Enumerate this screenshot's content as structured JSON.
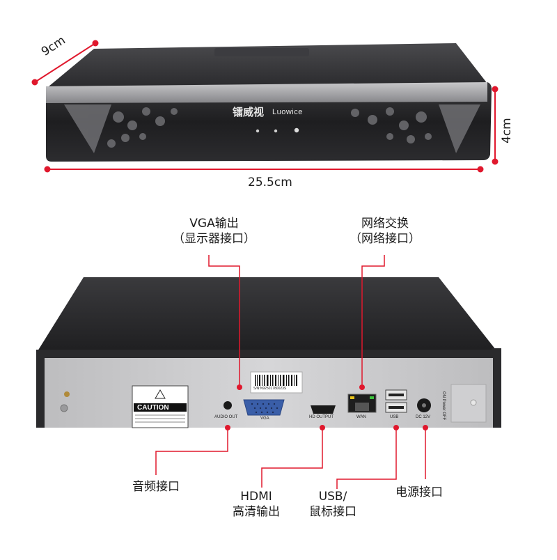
{
  "dimensions": {
    "depth": "9cm",
    "height": "4cm",
    "width": "25.5cm"
  },
  "front_panel": {
    "brand_cn": "镭威视",
    "brand_en": "Luowice"
  },
  "rear_panel": {
    "caution_label": "CAUTION",
    "serial_label": "S/N:N92501780023S",
    "port_labels": {
      "audio": "AUDIO OUT",
      "vga": "VGA",
      "hdmi": "HD OUTPUT",
      "wan": "WAN",
      "usb": "USB",
      "dc": "DC 12V",
      "power": "ON  Power  OFF"
    }
  },
  "callouts": {
    "vga": [
      "VGA输出",
      "（显示器接口）"
    ],
    "network": [
      "网络交换",
      "（网络接口）"
    ],
    "audio": [
      "音频接口"
    ],
    "hdmi": [
      "HDMI",
      "高清输出"
    ],
    "usb": [
      "USB/",
      "鼠标接口"
    ],
    "power": [
      "电源接口"
    ]
  },
  "colors": {
    "marker_red": "#e0182d",
    "device_body": "#2a2a2c",
    "rear_plate": "#c9c9c9"
  }
}
